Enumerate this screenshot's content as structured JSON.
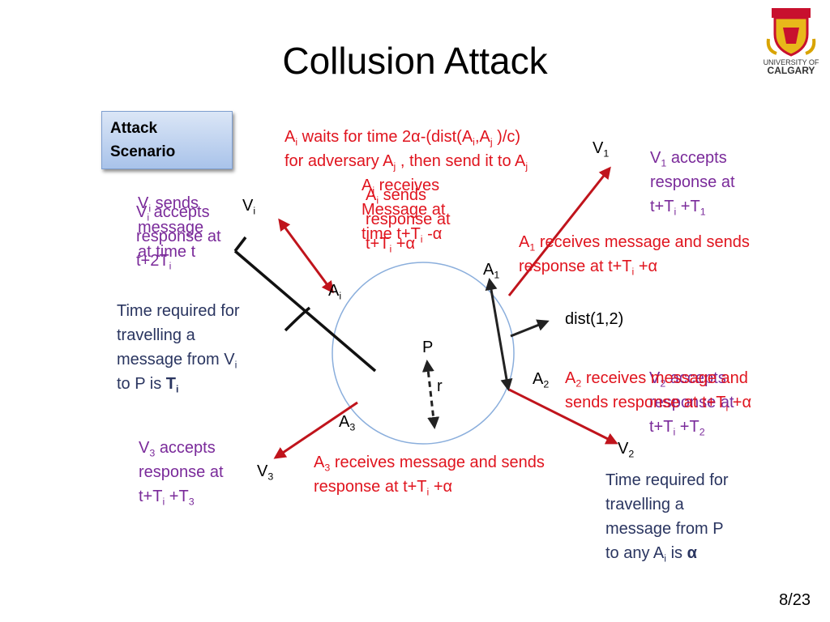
{
  "slide": {
    "title": "Collusion Attack",
    "page_number": "8/23",
    "scenario_box": "Attack Scenario",
    "logo": {
      "line1": "UNIVERSITY OF",
      "line2": "CALGARY"
    }
  },
  "nodes": {
    "vi": "V",
    "vi_sub": "i",
    "v1": "V",
    "v1_sub": "1",
    "v2": "V",
    "v2_sub": "2",
    "v3": "V",
    "v3_sub": "3",
    "ai": "A",
    "ai_sub": "i",
    "a1": "A",
    "a1_sub": "1",
    "a2": "A",
    "a2_sub": "2",
    "a3": "A",
    "a3_sub": "3",
    "p": "P",
    "r": "r",
    "dist": "dist(1,2)"
  },
  "texts": {
    "ai_wait_1": "A",
    "ai_wait_2": "waits for time 2α-(dist(A",
    "ai_wait_3": ",A",
    "ai_wait_4": ")/c)",
    "ai_wait_5": "for adversary A",
    "ai_wait_6": ", then send it to A",
    "ai_recv_1": "A",
    "ai_recv_2": "receives",
    "ai_recv_3": "Message at",
    "ai_recv_4": "time t+T",
    "ai_recv_5": "-α",
    "ai_sends_1": "A",
    "ai_sends_2": "sends",
    "ai_sends_3": "response at",
    "ai_sends_4": "t+T",
    "ai_sends_5": "+α",
    "vi_sends_1": "V",
    "vi_sends_2": "sends",
    "vi_sends_3": "message",
    "vi_sends_4": "at time t",
    "vi_acc_1": "V",
    "vi_acc_2": "accepts",
    "vi_acc_3": "response at",
    "vi_acc_4": "t+2T",
    "v1_acc_1": "V",
    "v1_acc_2": "accepts",
    "v1_acc_3": "response at",
    "v1_acc_4": "t+T",
    "v1_acc_5": "+T",
    "a1_recv_1": "A",
    "a1_recv_2": "receives message  and sends",
    "a1_recv_3": "response at t+T",
    "a1_recv_4": "+α",
    "time_vi_1": "Time required for",
    "time_vi_2": "travelling a",
    "time_vi_3": "message from V",
    "time_vi_4": "to P is",
    "time_vi_5": "T",
    "a2_recv_1": "A",
    "a2_recv_2": "receives message and",
    "a2_recv_3": "sends response at t+T",
    "a2_recv_4": "+α",
    "v2_acc_1": "V",
    "v2_acc_2": "accepts",
    "v2_acc_3": "response at",
    "v2_acc_4": "t+T",
    "v2_acc_5": "+T",
    "v3_acc_1": "V",
    "v3_acc_2": "accepts",
    "v3_acc_3": "response at",
    "v3_acc_4": "t+T",
    "v3_acc_5": "+T",
    "a3_recv_1": "A",
    "a3_recv_2": "receives message and sends",
    "a3_recv_3": "response at t+T",
    "a3_recv_4": "+α",
    "time_a_1": "Time required for",
    "time_a_2": "travelling a",
    "time_a_3": "message from P",
    "time_a_4": "to any A",
    "time_a_5": "is",
    "time_a_6": "α",
    "sub_i": "i",
    "sub_j": "j",
    "sub_1": "1",
    "sub_2": "2",
    "sub_3": "3"
  },
  "colors": {
    "red": "#e0141e",
    "purple": "#7a2a9a",
    "navy": "#2a3560",
    "circle": "#8aaedc",
    "box_top": "#dbe6f6",
    "box_bottom": "#a9c3ea"
  }
}
